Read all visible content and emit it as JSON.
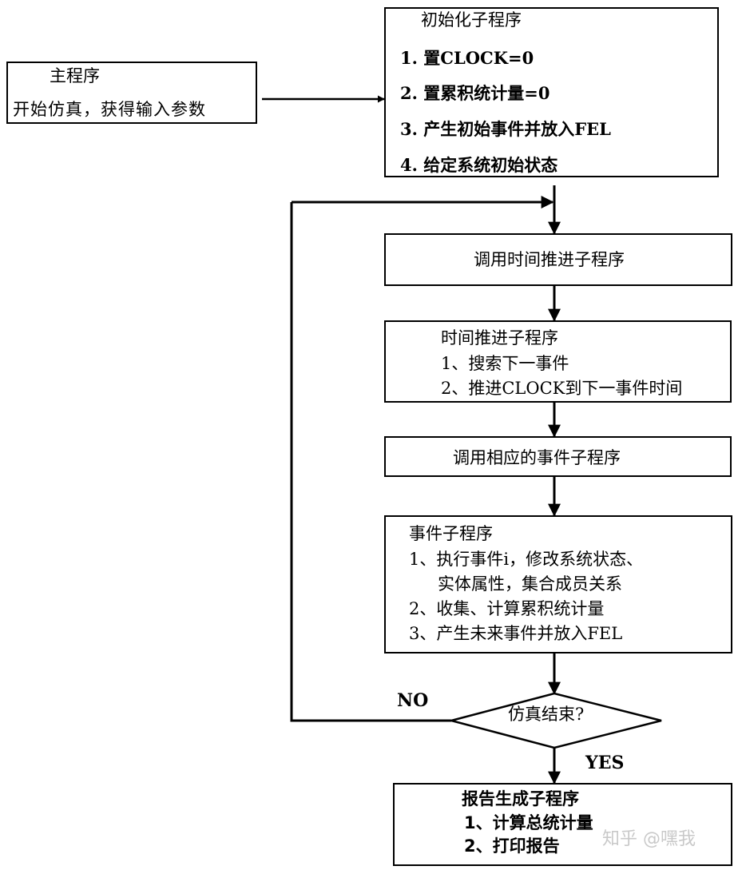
{
  "main_program": {
    "title": "主程序",
    "line": "开始仿真，获得输入参数"
  },
  "init_subprogram": {
    "title": "初始化子程序",
    "steps": [
      "1. 置CLOCK=0",
      "2. 置累积统计量=0",
      "3. 产生初始事件并放入FEL",
      "4. 给定系统初始状态"
    ]
  },
  "call_time_advance": "调用时间推进子程序",
  "time_advance_subprogram": {
    "title": "时间推进子程序",
    "steps": [
      "1、搜索下一事件",
      "2、推进CLOCK到下一事件时间"
    ]
  },
  "call_event": "调用相应的事件子程序",
  "event_subprogram": {
    "title": "事件子程序",
    "steps": [
      "1、执行事件i，修改系统状态、",
      "实体属性，集合成员关系",
      "2、收集、计算累积统计量",
      "3、产生未来事件并放入FEL"
    ]
  },
  "decision": {
    "question": "仿真结束?",
    "no_label": "NO",
    "yes_label": "YES"
  },
  "report_subprogram": {
    "title": "报告生成子程序",
    "steps": [
      "1、计算总统计量",
      "2、打印报告"
    ]
  },
  "watermark": "知乎 @嘿我"
}
